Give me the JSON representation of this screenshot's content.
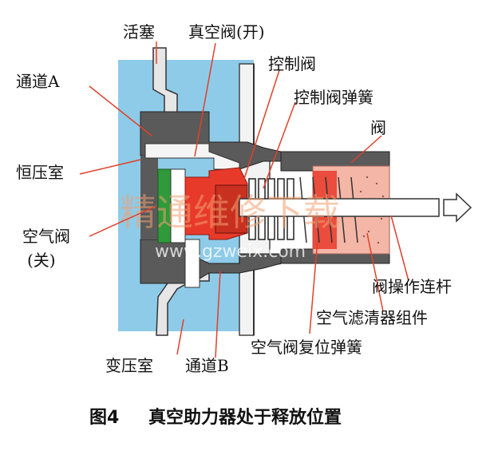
{
  "labels": {
    "piston": "活塞",
    "vacuum_valve": "真空阀(开)",
    "control_valve": "控制阀",
    "control_valve_spring": "控制阀弹簧",
    "valve": "阀",
    "channel_a": "通道A",
    "constant_pressure_chamber": "恒压室",
    "air_valve": "空气阀",
    "air_valve_state": "(关)",
    "valve_operating_rod": "阀操作连杆",
    "air_filter_assembly": "空气滤清器组件",
    "air_valve_return_spring": "空气阀复位弹簧",
    "variable_pressure_chamber": "变压室",
    "channel_b": "通道B"
  },
  "caption": {
    "number": "图4",
    "title": "真空助力器处于释放位置"
  },
  "watermark": {
    "text": "精通维修下载",
    "url": "www.gzweix.com"
  },
  "colors": {
    "chamber_blue": "#8ecbe8",
    "body_gray": "#5a5a5a",
    "valve_red": "#e83a2a",
    "filter_pink": "#f4b6a6",
    "air_valve_green": "#2e9a3a",
    "leader_red": "#e0402a"
  }
}
